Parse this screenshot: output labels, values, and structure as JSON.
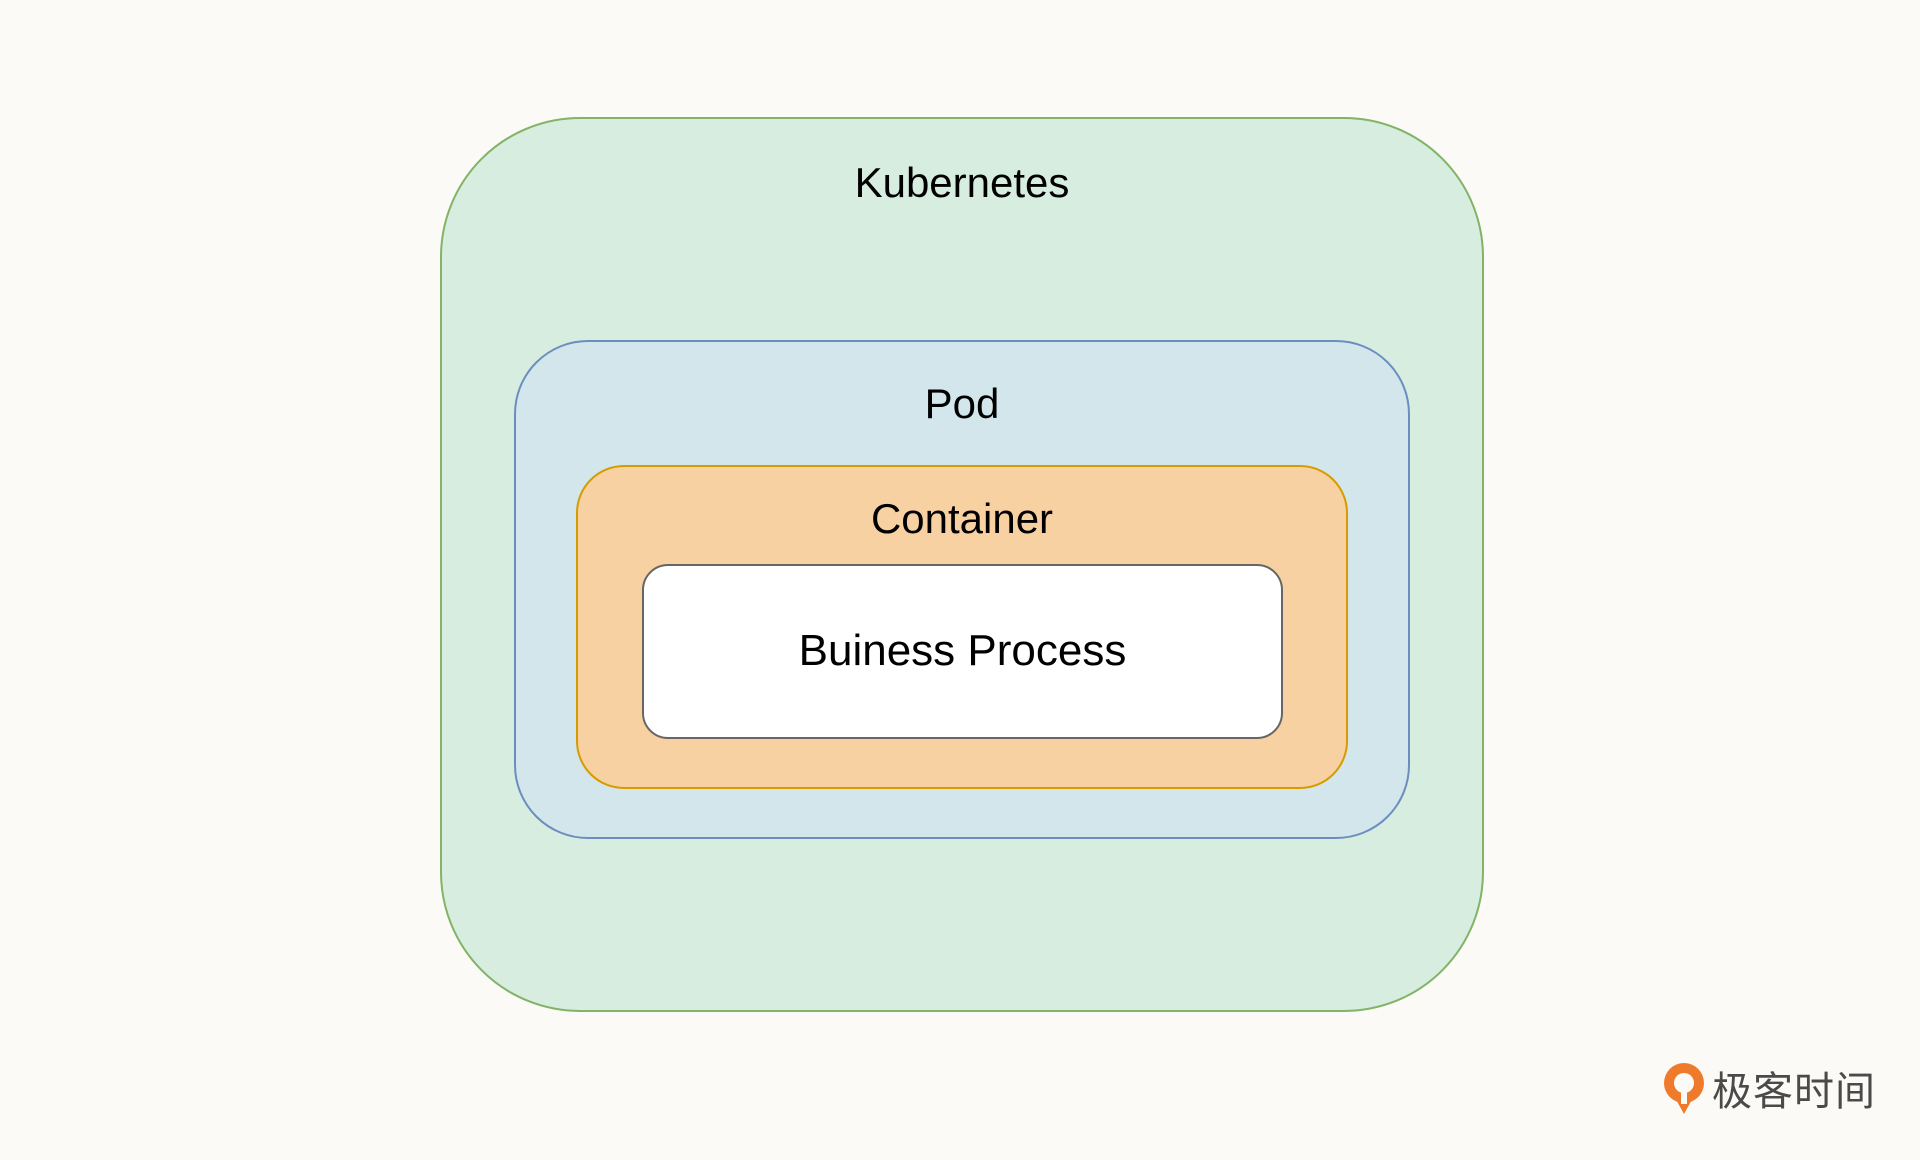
{
  "diagram": {
    "layers": [
      {
        "id": "k8s",
        "label": "Kubernetes",
        "fill": "#d7ede0",
        "stroke": "#82b366"
      },
      {
        "id": "pod",
        "label": "Pod",
        "fill": "#d2e6ec",
        "stroke": "#6c8ebf"
      },
      {
        "id": "container",
        "label": "Container",
        "fill": "#f7d1a2",
        "stroke": "#d79b00"
      },
      {
        "id": "process",
        "label": "Buiness Process",
        "fill": "#ffffff",
        "stroke": "#666666"
      }
    ]
  },
  "watermark": {
    "text": "极客时间",
    "icon": "geektime-logo-icon",
    "color": "#f07a2c"
  }
}
